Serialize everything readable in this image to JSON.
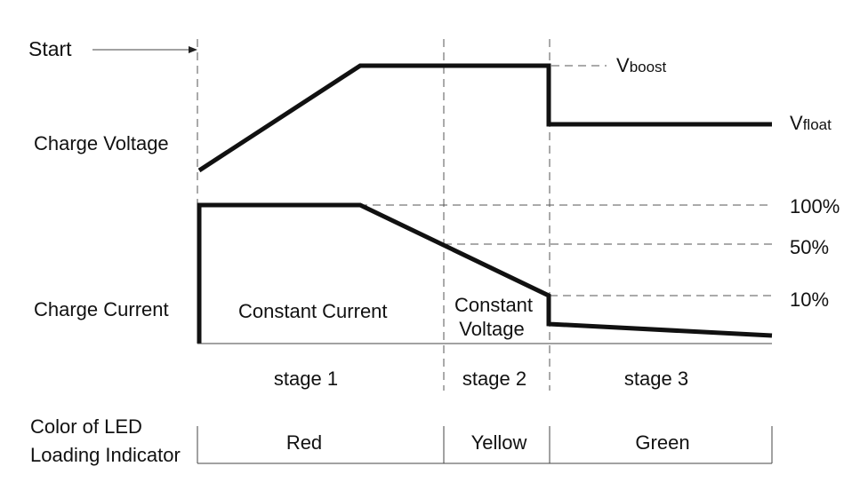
{
  "start_label": "Start",
  "voltage": {
    "row_label": "Charge Voltage",
    "boost_label_main": "V",
    "boost_label_sub": "boost",
    "float_label_main": "V",
    "float_label_sub": "float"
  },
  "current": {
    "row_label": "Charge Current",
    "levels": [
      "100%",
      "50%",
      "10%"
    ],
    "region_cc": "Constant Current",
    "region_cv_line1": "Constant",
    "region_cv_line2": "Voltage"
  },
  "stages": [
    "stage 1",
    "stage 2",
    "stage 3"
  ],
  "led": {
    "row_label_line1": "Color of LED",
    "row_label_line2": "Loading Indicator",
    "colors": [
      "Red",
      "Yellow",
      "Green"
    ]
  }
}
